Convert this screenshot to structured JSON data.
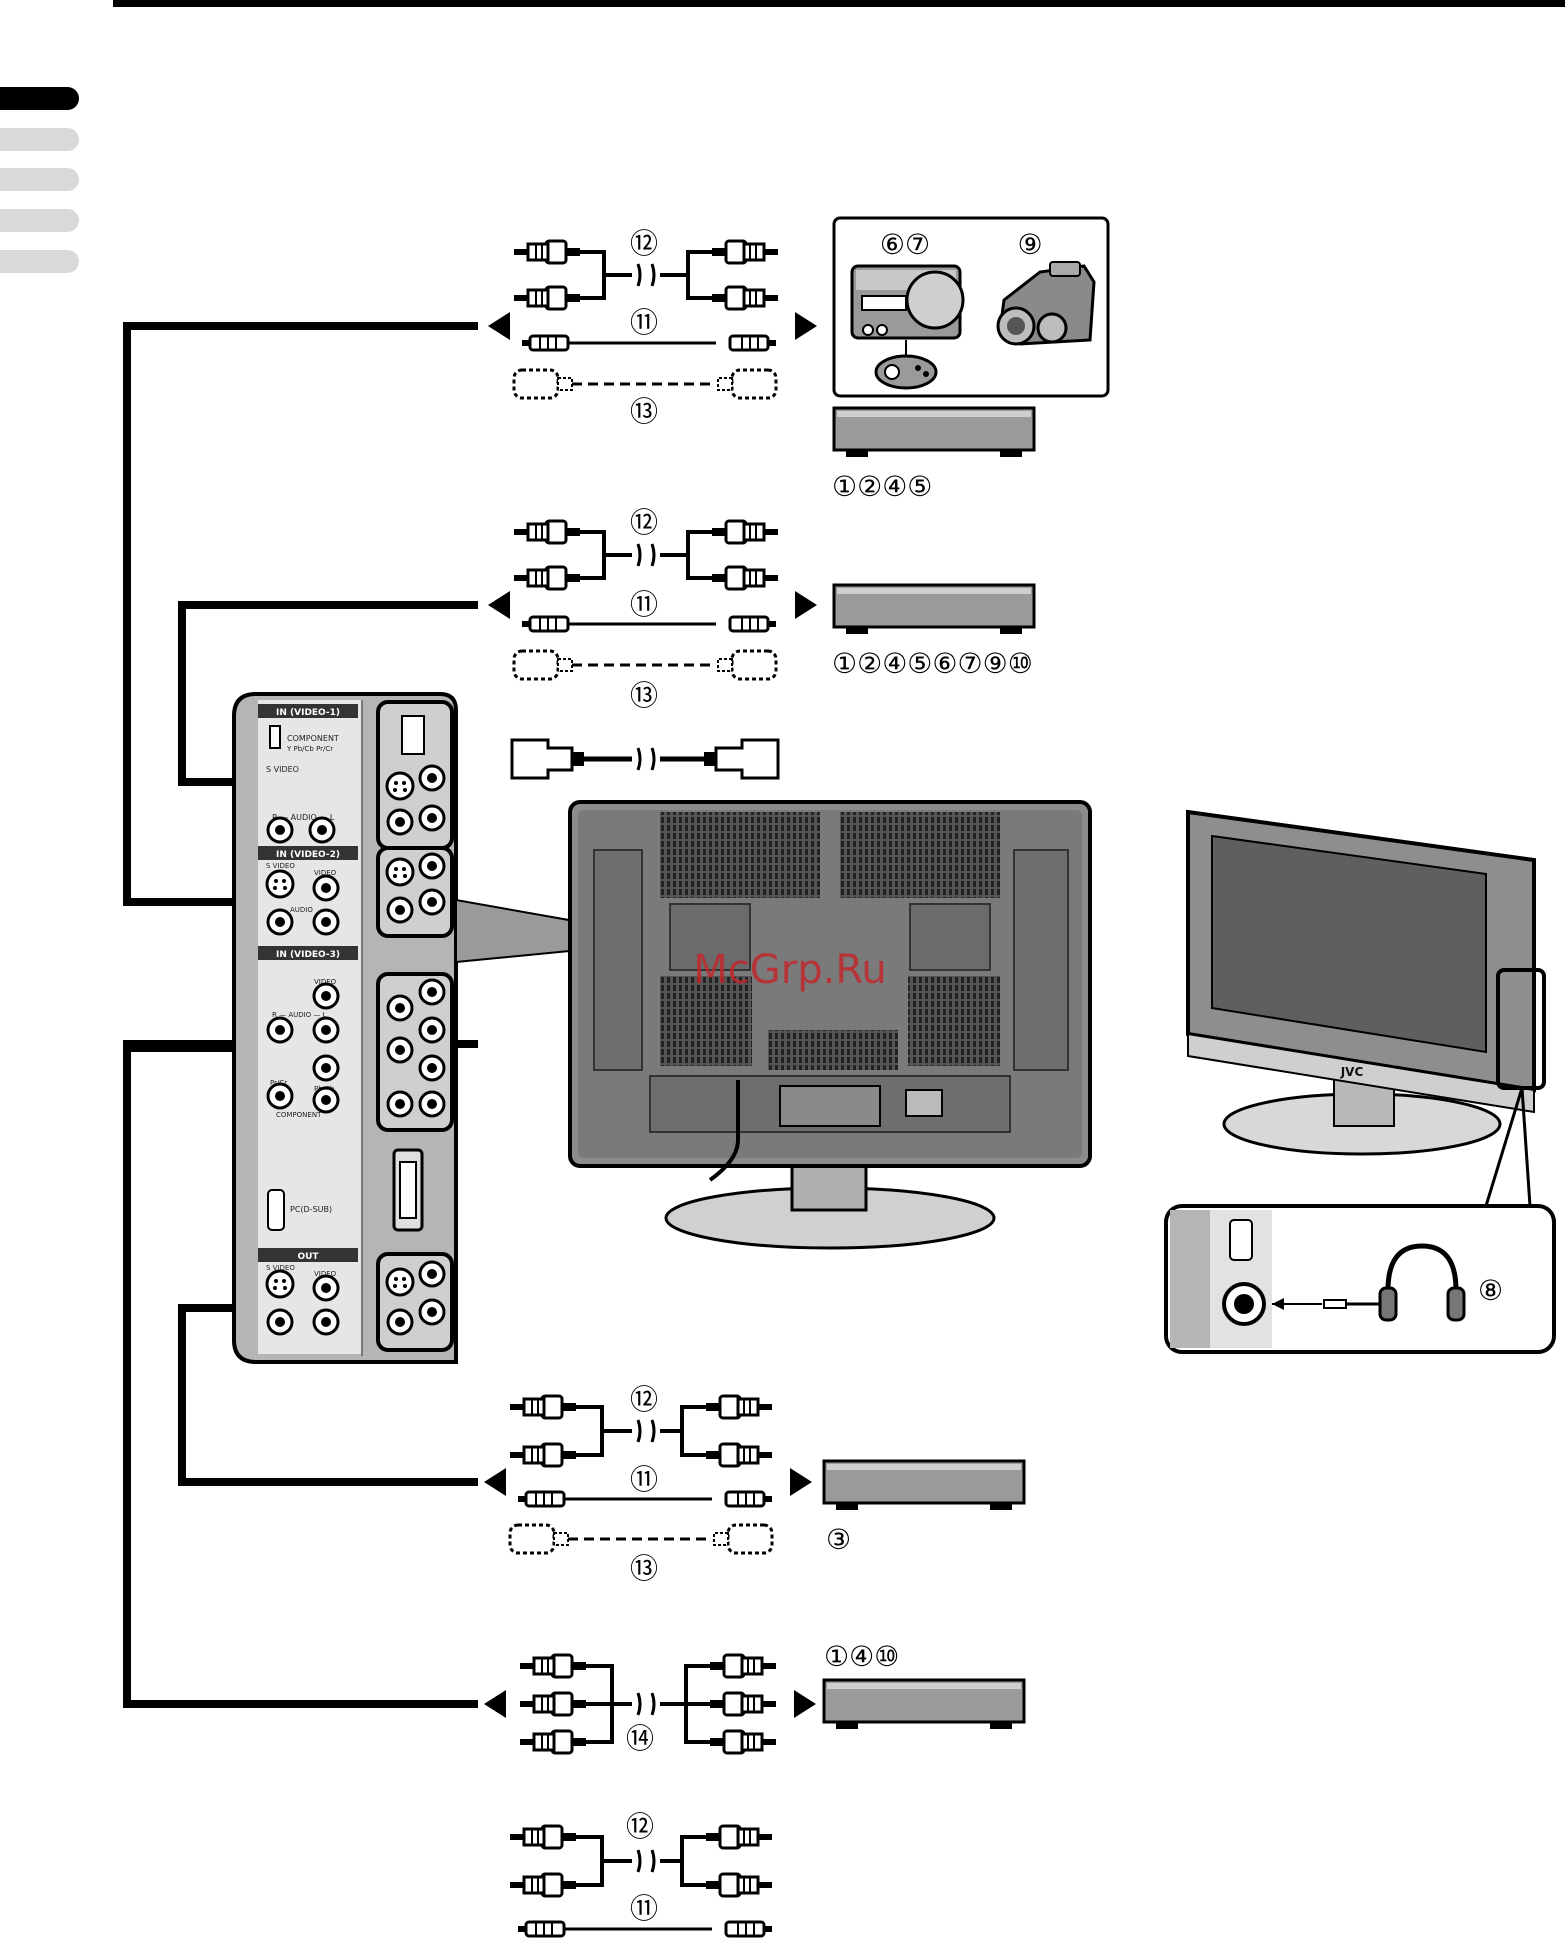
{
  "watermark": "McGrp.Ru",
  "callouts": {
    "g1_cable_top": "⑫",
    "g1_cable_mid": "⑪",
    "g1_cable_bot": "⑬",
    "game_label": "⑥⑦",
    "camcorder_label": "⑨",
    "g1_device_label": "①②④⑤",
    "g2_cable_top": "⑫",
    "g2_cable_mid": "⑪",
    "g2_cable_bot": "⑬",
    "g2_device_label": "①②④⑤⑥⑦⑨⑩",
    "headphone_label": "⑧",
    "g3_cable_top": "⑫",
    "g3_cable_mid": "⑪",
    "g3_cable_bot": "⑬",
    "g3_device_label": "③",
    "g4_device_label": "①④⑩",
    "g4_cable": "⑭",
    "g5_cable_top": "⑫",
    "g5_cable_mid": "⑪"
  },
  "panel_labels": {
    "in_video1": "IN (VIDEO-1)",
    "component_ypbpr": "COMPONENT",
    "component_sub": "Y Pb/Cb Pr/Cr",
    "s_video": "S VIDEO",
    "audio_rl": "R — AUDIO — L",
    "in_video2": "IN (VIDEO-2)",
    "s_video2": "S VIDEO",
    "video2": "VIDEO",
    "audio2": "AUDIO",
    "in_video3": "IN (VIDEO-3)",
    "video3": "VIDEO",
    "audio3": "R — AUDIO — L",
    "pr_cr": "Pr/Cr",
    "pb_cb": "Pb/Cb",
    "component": "COMPONENT",
    "pc_dsub": "PC(D-SUB)",
    "out": "OUT",
    "s_video_out": "S VIDEO",
    "video_out": "VIDEO"
  },
  "brand": "JVC"
}
